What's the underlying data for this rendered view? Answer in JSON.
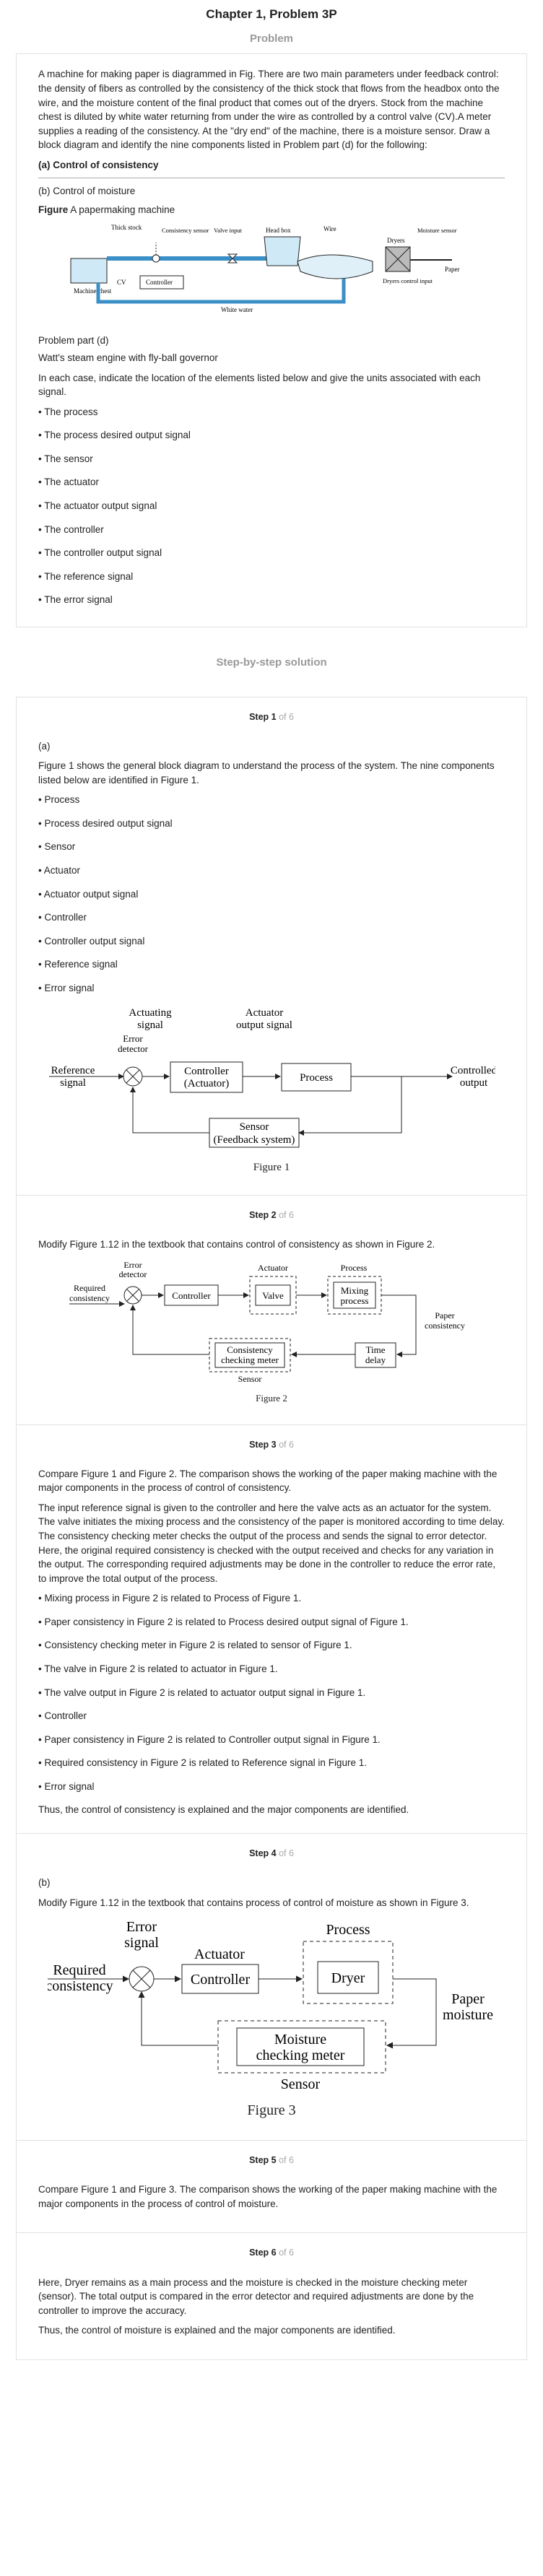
{
  "header": {
    "title": "Chapter 1, Problem 3P",
    "problem_label": "Problem"
  },
  "problem": {
    "statement": "A machine for making paper is diagrammed in Fig. There are two main parameters under feedback control: the density of fibers as controlled by the consistency of the thick stock that flows from the headbox onto the wire, and the moisture content of the final product that comes out of the dryers. Stock from the machine chest is diluted by white water returning from under the wire as controlled by a control valve (CV).A meter supplies a reading of the consistency. At the \"dry end\" of the machine, there is a moisture sensor. Draw a block diagram and identify the nine components listed in Problem part (d) for the following:",
    "part_a": "(a) Control of consistency",
    "part_b": "(b) Control of moisture",
    "figure_label": "Figure",
    "figure_title": "A papermaking machine",
    "figure_labels": {
      "thick_stock": "Thick stock",
      "consistency_sensor": "Consistency sensor",
      "valve_input": "Valve input",
      "head_box": "Head box",
      "wire": "Wire",
      "dryers": "Dryers",
      "moisture_sensor": "Moisture sensor",
      "machine_chest": "Machine chest",
      "cv": "CV",
      "controller": "Controller",
      "white_water": "White water",
      "dryers_control_input": "Dryers control input",
      "paper": "Paper"
    },
    "part_d_label": "Problem part (d)",
    "part_d_title": "Watt's steam engine with fly-ball governor",
    "part_d_instruction": "In each case, indicate the location of the elements listed below and give the units associated with each signal.",
    "items": [
      "The process",
      "The process desired output signal",
      "The sensor",
      "The actuator",
      "The actuator output signal",
      "The controller",
      "The controller output signal",
      "The reference signal",
      "The error signal"
    ]
  },
  "solution_label": "Step-by-step solution",
  "steps": {
    "s1": {
      "step": "Step 1",
      "of": "of 6",
      "part": "(a)",
      "intro": "Figure 1 shows the general block diagram to understand the process of the system. The nine components listed below are identified in Figure 1.",
      "items": [
        "Process",
        "Process desired output signal",
        "Sensor",
        "Actuator",
        "Actuator output signal",
        "Controller",
        "Controller output signal",
        "Reference signal",
        "Error signal"
      ],
      "fig": {
        "actuating_1": "Actuating",
        "actuating_2": "signal",
        "actuator_out_1": "Actuator",
        "actuator_out_2": "output signal",
        "error_1": "Error",
        "error_2": "detector",
        "reference_1": "Reference",
        "reference_2": "signal",
        "controller_1": "Controller",
        "controller_2": "(Actuator)",
        "process": "Process",
        "controlled_1": "Controlled",
        "controlled_2": "output",
        "sensor_1": "Sensor",
        "sensor_2": "(Feedback system)",
        "caption": "Figure 1"
      }
    },
    "s2": {
      "step": "Step 2",
      "of": "of 6",
      "text": "Modify Figure 1.12 in the textbook that contains control of consistency as shown in Figure 2.",
      "fig": {
        "error_1": "Error",
        "error_2": "detector",
        "required_1": "Required",
        "required_2": "consistency",
        "controller": "Controller",
        "actuator": "Actuator",
        "valve": "Valve",
        "process": "Process",
        "mixing_1": "Mixing",
        "mixing_2": "process",
        "paper_1": "Paper",
        "paper_2": "consistency",
        "time_1": "Time",
        "time_2": "delay",
        "meter_1": "Consistency",
        "meter_2": "checking meter",
        "sensor": "Sensor",
        "caption": "Figure 2"
      }
    },
    "s3": {
      "step": "Step 3",
      "of": "of 6",
      "p1": "Compare Figure 1 and Figure 2. The comparison shows the working of the paper making machine with the major components in the process of control of consistency.",
      "p2": "The input reference signal is given to the controller and here the valve acts as an actuator for the system. The valve initiates the mixing process and the consistency of the paper is monitored according to time delay. The consistency checking meter checks the output of the process and sends the signal to error detector. Here, the original required consistency is checked with the output received and checks for any variation in the output. The corresponding required adjustments may be done in the controller to reduce the error rate, to improve the total output of the process.",
      "items": [
        "Mixing process in Figure 2 is related to Process of Figure 1.",
        "Paper consistency in Figure 2 is related to Process desired output signal of Figure 1.",
        "Consistency checking meter in Figure 2 is related to sensor of Figure 1.",
        "The valve in Figure 2 is related to actuator in Figure 1.",
        "The valve output in Figure 2 is related to actuator output signal in Figure 1.",
        "Controller",
        "Paper consistency in Figure 2 is related to Controller output signal in Figure 1.",
        "Required consistency in Figure 2 is related to Reference signal in Figure 1.",
        "Error signal"
      ],
      "conclusion": "Thus, the control of consistency is explained and the major components are identified."
    },
    "s4": {
      "step": "Step 4",
      "of": "of 6",
      "part": "(b)",
      "text": "Modify Figure 1.12 in the textbook that contains process of control of moisture as shown in Figure 3.",
      "fig": {
        "error_1": "Error",
        "error_2": "signal",
        "required_1": "Required",
        "required_2": "consistency",
        "actuator": "Actuator",
        "controller": "Controller",
        "process": "Process",
        "dryer": "Dryer",
        "paper_1": "Paper",
        "paper_2": "moisture",
        "meter_1": "Moisture",
        "meter_2": "checking meter",
        "sensor": "Sensor",
        "caption": "Figure 3"
      }
    },
    "s5": {
      "step": "Step 5",
      "of": "of 6",
      "text": "Compare Figure 1 and Figure 3. The comparison shows the working of the paper making machine with the major components in the process of control of moisture."
    },
    "s6": {
      "step": "Step 6",
      "of": "of 6",
      "p1": "Here, Dryer remains as a main process and the moisture is checked in the moisture checking meter (sensor). The total output is compared in the error detector and required adjustments are done by the controller to improve the accuracy.",
      "p2": "Thus, the control of moisture is explained and the major components are identified."
    }
  }
}
